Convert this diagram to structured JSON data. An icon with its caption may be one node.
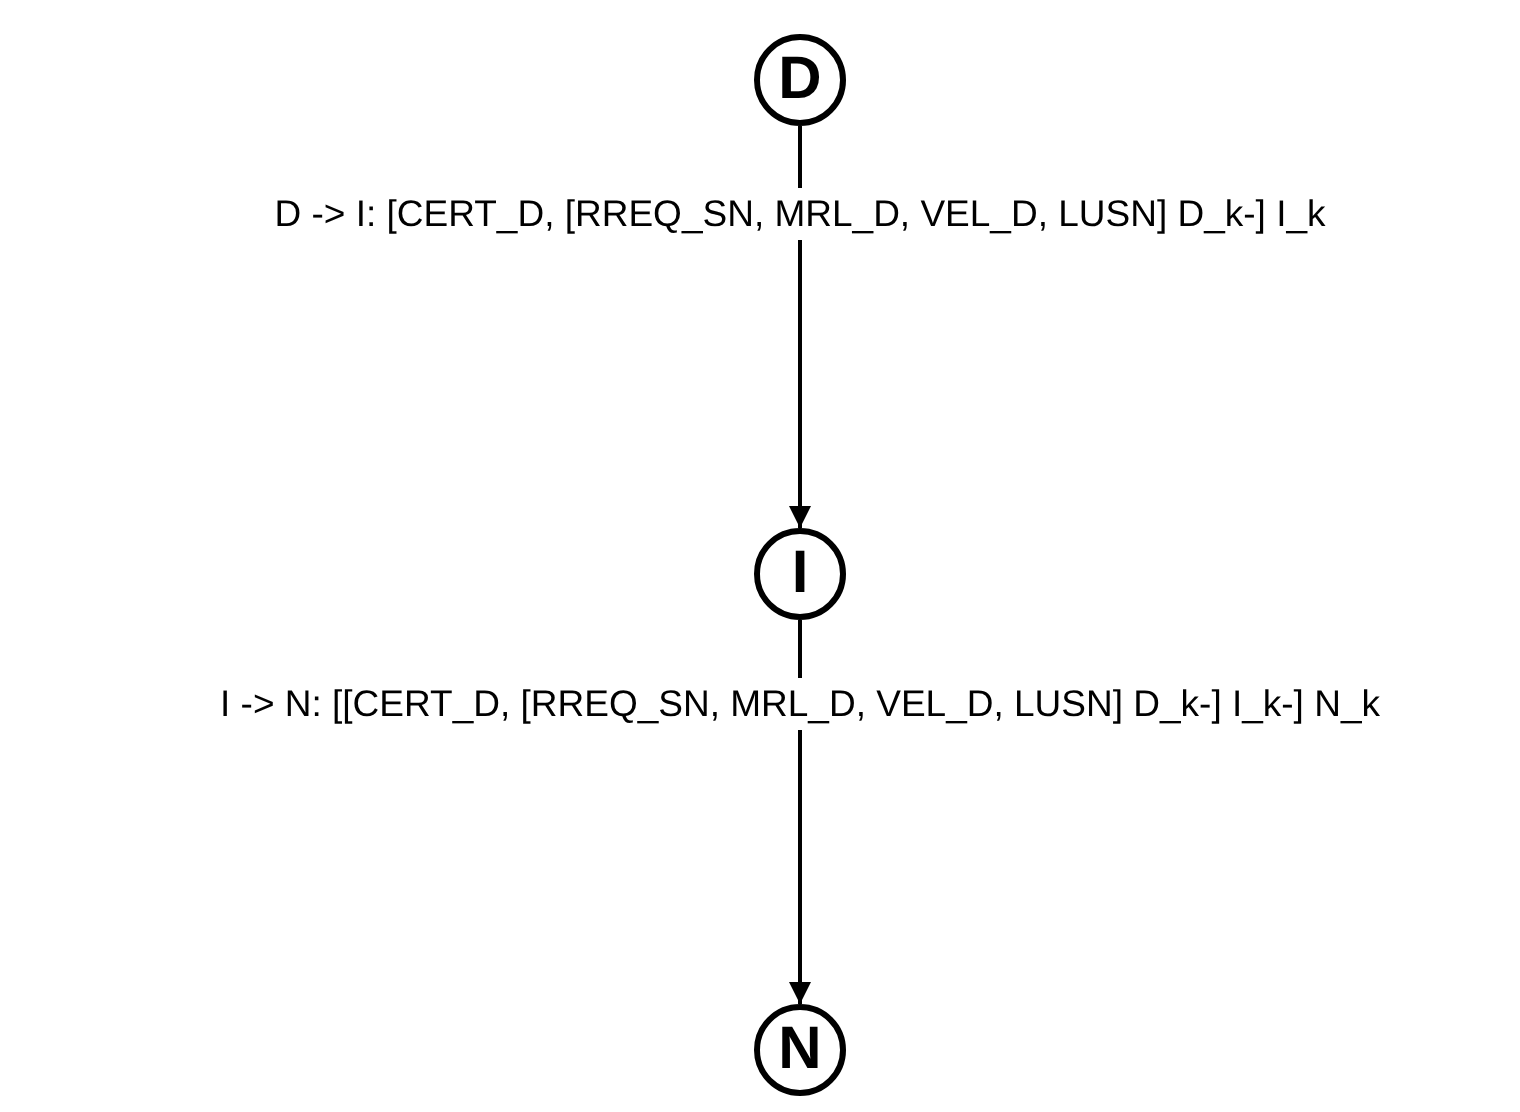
{
  "diagram": {
    "nodes": [
      {
        "text": [
          "D"
        ]
      },
      {
        "text": [
          "I"
        ]
      },
      {
        "text": [
          "N"
        ]
      }
    ],
    "edges": [
      {
        "from": 0,
        "to": 1,
        "arrow": "to",
        "label": "D -> I: [CERT_D, [RREQ_SN, MRL_D, VEL_D, LUSN] D_k-] I_k"
      },
      {
        "from": 1,
        "to": 2,
        "arrow": "to",
        "label": "I -> N: [[CERT_D, [RREQ_SN, MRL_D, VEL_D, LUSN] D_k-] I_k-] N_k"
      }
    ]
  }
}
